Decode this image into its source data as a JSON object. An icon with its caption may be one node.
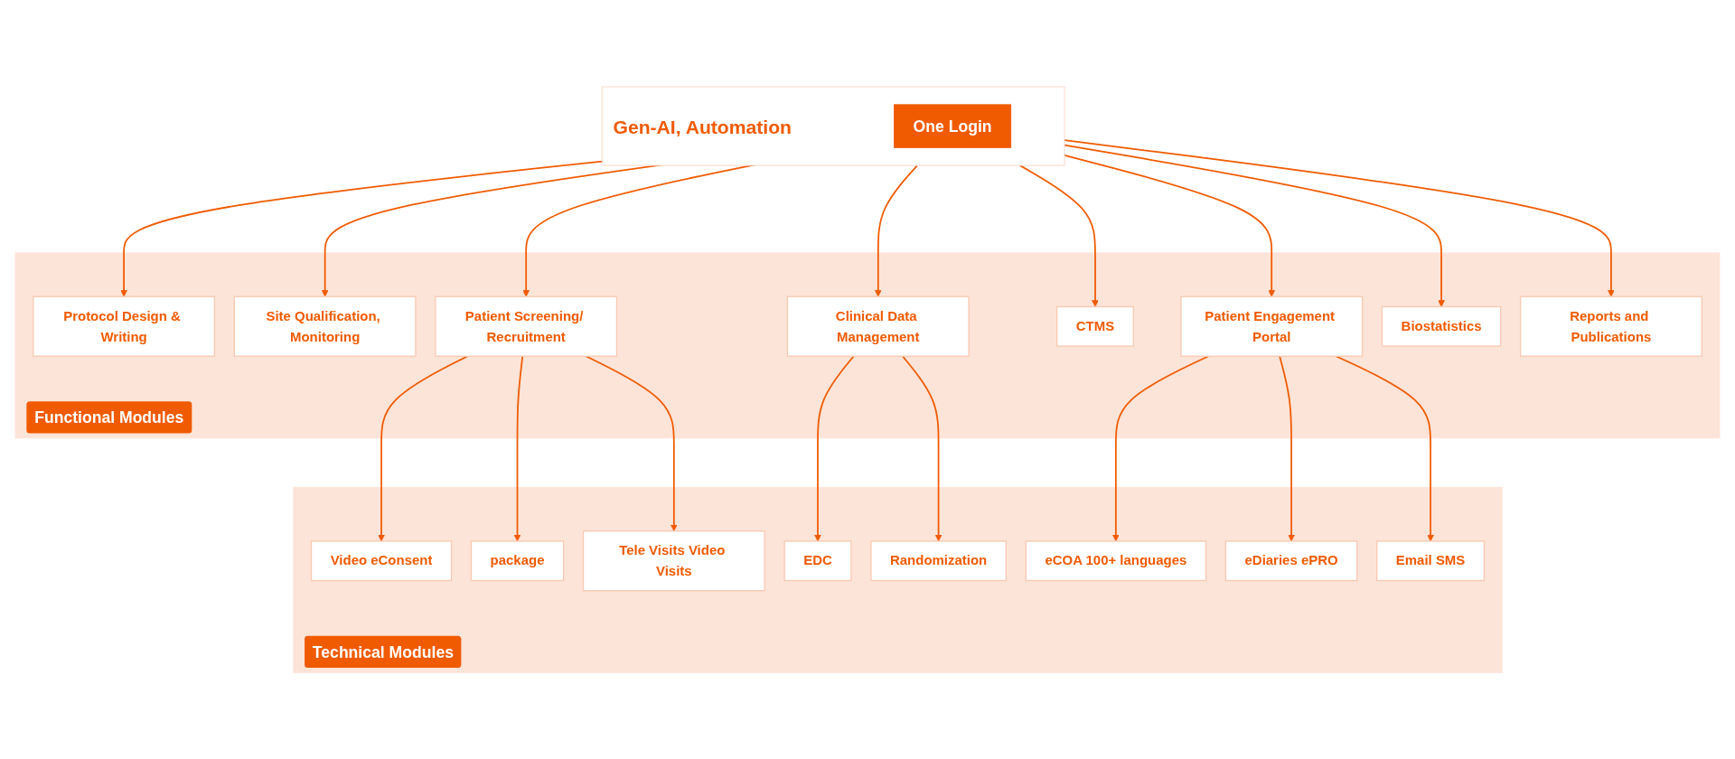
{
  "diagram": {
    "nodes": [
      {
        "text": [
          "Gen-AI, Automation"
        ]
      },
      {
        "text": [
          "One Login"
        ],
        "in": 0
      },
      {
        "text": [
          "Functional Modules"
        ]
      },
      {
        "text": [
          "Protocol Design & Writing"
        ],
        "in": 2
      },
      {
        "text": [
          "Site Qualification, Monitoring"
        ],
        "in": 2
      },
      {
        "text": [
          "Patient Screening/ Recruitment"
        ],
        "in": 2
      },
      {
        "text": [
          "Clinical Data Management"
        ],
        "in": 2
      },
      {
        "text": [
          "CTMS"
        ],
        "in": 2
      },
      {
        "text": [
          "Patient Engagement Portal"
        ],
        "in": 2
      },
      {
        "text": [
          "Biostatistics"
        ],
        "in": 2
      },
      {
        "text": [
          "Reports and Publications"
        ],
        "in": 2
      },
      {
        "text": [
          "Technical Modules"
        ]
      },
      {
        "text": [
          "Video eConsent"
        ],
        "in": 11
      },
      {
        "text": [
          "package"
        ],
        "in": 11
      },
      {
        "text": [
          "Tele Visits Video Visits"
        ],
        "in": 11
      },
      {
        "text": [
          "EDC"
        ],
        "in": 11
      },
      {
        "text": [
          "Randomization"
        ],
        "in": 11
      },
      {
        "text": [
          "eCOA 100+ languages"
        ],
        "in": 11
      },
      {
        "text": [
          "eDiaries ePRO"
        ],
        "in": 11
      },
      {
        "text": [
          "Email SMS"
        ],
        "in": 11
      }
    ],
    "edges": [
      {
        "from": 0,
        "to": 3,
        "arrow": "to"
      },
      {
        "from": 0,
        "to": 4,
        "arrow": "to"
      },
      {
        "from": 0,
        "to": 5,
        "arrow": "to"
      },
      {
        "from": 0,
        "to": 6,
        "arrow": "to"
      },
      {
        "from": 0,
        "to": 7,
        "arrow": "to"
      },
      {
        "from": 0,
        "to": 8,
        "arrow": "to"
      },
      {
        "from": 0,
        "to": 9,
        "arrow": "to"
      },
      {
        "from": 0,
        "to": 10,
        "arrow": "to"
      },
      {
        "from": 5,
        "to": 12,
        "arrow": "to"
      },
      {
        "from": 5,
        "to": 13,
        "arrow": "to"
      },
      {
        "from": 5,
        "to": 14,
        "arrow": "to"
      },
      {
        "from": 6,
        "to": 15,
        "arrow": "to"
      },
      {
        "from": 6,
        "to": 16,
        "arrow": "to"
      },
      {
        "from": 8,
        "to": 17,
        "arrow": "to"
      },
      {
        "from": 8,
        "to": 18,
        "arrow": "to"
      },
      {
        "from": 8,
        "to": 19,
        "arrow": "to"
      }
    ]
  }
}
